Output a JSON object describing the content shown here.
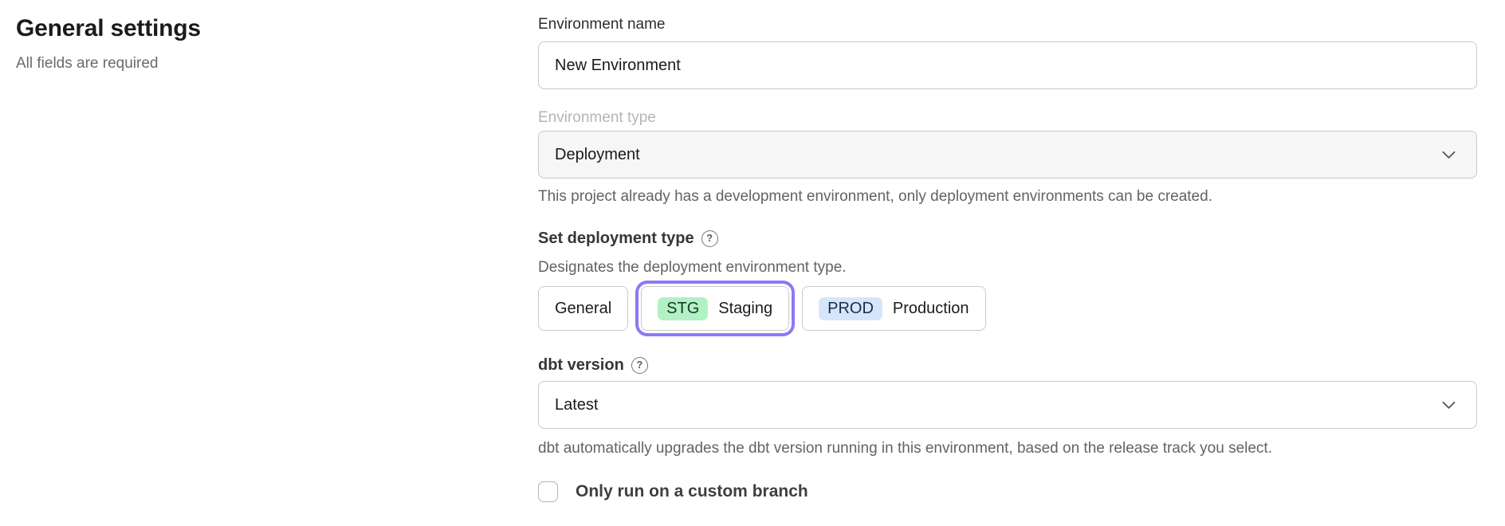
{
  "page": {
    "title": "General settings",
    "subtitle": "All fields are required"
  },
  "form": {
    "environment_name": {
      "label": "Environment name",
      "value": "New Environment"
    },
    "environment_type": {
      "label": "Environment type",
      "value": "Deployment",
      "disabled": true,
      "helper": "This project already has a development environment, only deployment environments can be created."
    },
    "deployment_type": {
      "label": "Set deployment type",
      "helper": "Designates the deployment environment type.",
      "options": [
        {
          "id": "general",
          "label": "General",
          "badge": "",
          "selected": false
        },
        {
          "id": "staging",
          "label": "Staging",
          "badge": "STG",
          "selected": true
        },
        {
          "id": "production",
          "label": "Production",
          "badge": "PROD",
          "selected": false
        }
      ]
    },
    "dbt_version": {
      "label": "dbt version",
      "value": "Latest",
      "helper": "dbt automatically upgrades the dbt version running in this environment, based on the release track you select."
    },
    "custom_branch": {
      "label": "Only run on a custom branch",
      "checked": false
    }
  },
  "icons": {
    "help": "?"
  },
  "colors": {
    "accent_selected_ring": "#8b79f6",
    "badge_staging_bg": "#b2f1c4",
    "badge_production_bg": "#d7e5fb",
    "input_border": "#c9c9c9",
    "disabled_field_bg": "#f6f6f6",
    "helper_text": "#636363"
  }
}
